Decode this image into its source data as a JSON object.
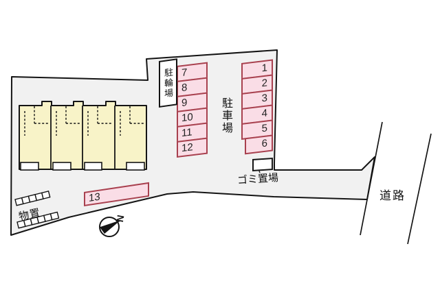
{
  "labels": {
    "bicycle_parking": "駐輪場",
    "parking_lot": "駐車場",
    "garbage_area": "ゴミ置場",
    "storage": "物置",
    "road": "道路",
    "north": "N"
  },
  "parking": {
    "right_spaces": [
      "1",
      "2",
      "3",
      "4",
      "5",
      "6"
    ],
    "middle_spaces": [
      "7",
      "8",
      "9",
      "10",
      "11",
      "12"
    ],
    "bottom_space": "13"
  },
  "colors": {
    "site_fill": "#f1f1f1",
    "building_fill": "#f8f3c8",
    "space_fill": "#fadde6",
    "space_border": "#a8404e",
    "ink": "#141414"
  }
}
